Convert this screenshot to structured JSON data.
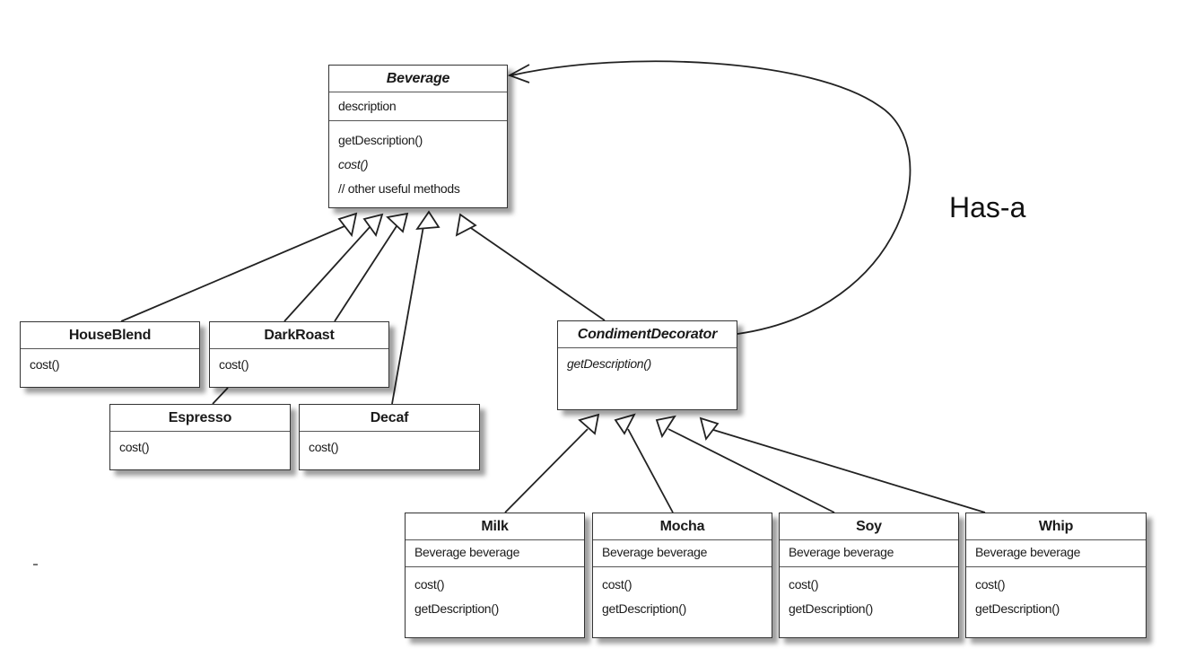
{
  "relationship_label": "Has-a",
  "classes": {
    "beverage": {
      "name": "Beverage",
      "attributes": [
        "description"
      ],
      "methods": [
        "getDescription()",
        "cost()",
        "// other useful methods"
      ]
    },
    "houseblend": {
      "name": "HouseBlend",
      "methods": [
        "cost()"
      ]
    },
    "darkroast": {
      "name": "DarkRoast",
      "methods": [
        "cost()"
      ]
    },
    "espresso": {
      "name": "Espresso",
      "methods": [
        "cost()"
      ]
    },
    "decaf": {
      "name": "Decaf",
      "methods": [
        "cost()"
      ]
    },
    "condimentdecorator": {
      "name": "CondimentDecorator",
      "methods": [
        "getDescription()"
      ]
    },
    "milk": {
      "name": "Milk",
      "attributes": [
        "Beverage beverage"
      ],
      "methods": [
        "cost()",
        "getDescription()"
      ]
    },
    "mocha": {
      "name": "Mocha",
      "attributes": [
        "Beverage beverage"
      ],
      "methods": [
        "cost()",
        "getDescription()"
      ]
    },
    "soy": {
      "name": "Soy",
      "attributes": [
        "Beverage beverage"
      ],
      "methods": [
        "cost()",
        "getDescription()"
      ]
    },
    "whip": {
      "name": "Whip",
      "attributes": [
        "Beverage beverage"
      ],
      "methods": [
        "cost()",
        "getDescription()"
      ]
    }
  }
}
